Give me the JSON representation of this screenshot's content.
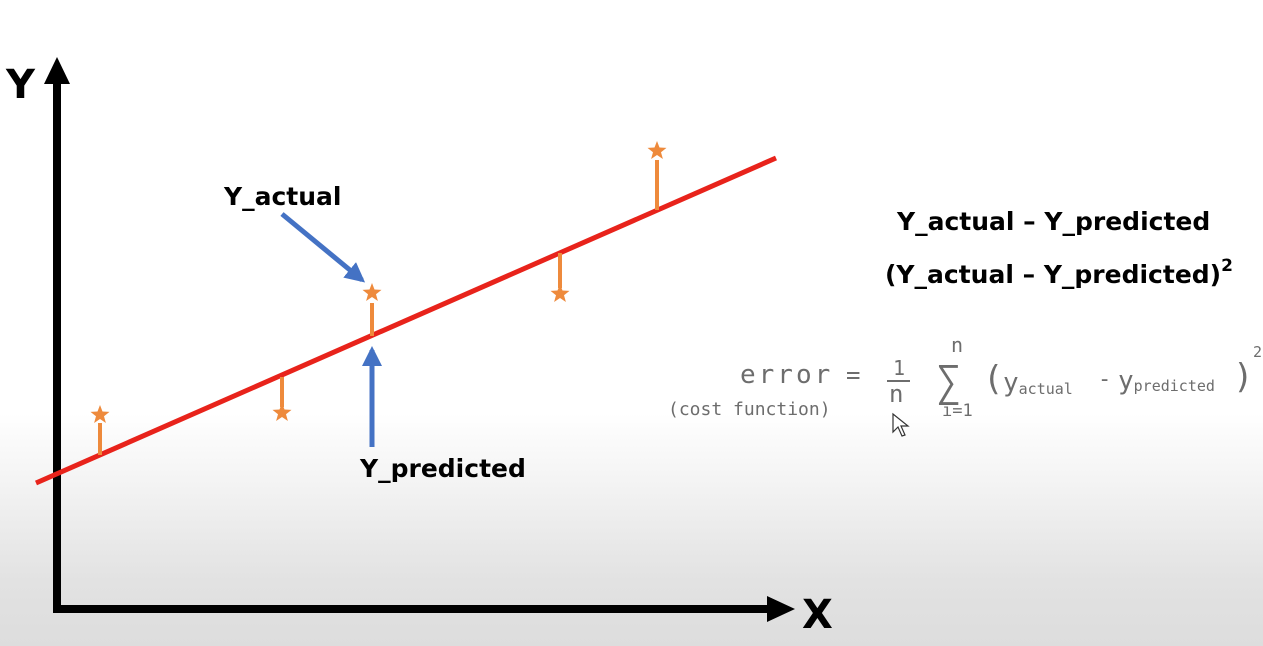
{
  "diagram": {
    "y_axis_label": "Y",
    "x_axis_label": "X",
    "annotations": {
      "actual_label": "Y_actual",
      "predicted_label": "Y_predicted"
    },
    "equations": {
      "difference": "Y_actual – Y_predicted",
      "squared_base": "(Y_actual – Y_predicted)",
      "squared_exponent": "2"
    },
    "formula": {
      "lhs": "error",
      "equals": "=",
      "fraction_numerator": "1",
      "fraction_denominator": "n",
      "sum_symbol": "∑",
      "sum_upper": "n",
      "sum_lower": "i=1",
      "open_paren": "(",
      "y1": "y",
      "y1_sub": "actual",
      "minus": "-",
      "y2": "y",
      "y2_sub": "predicted",
      "close_paren": ")",
      "exponent": "2",
      "caption": "(cost function)"
    },
    "colors": {
      "regression_line": "#e8231b",
      "data_point": "#ee8a3c",
      "callout_arrow": "#4472c4",
      "axis": "#000000",
      "handwriting": "#6d6d6d"
    }
  }
}
